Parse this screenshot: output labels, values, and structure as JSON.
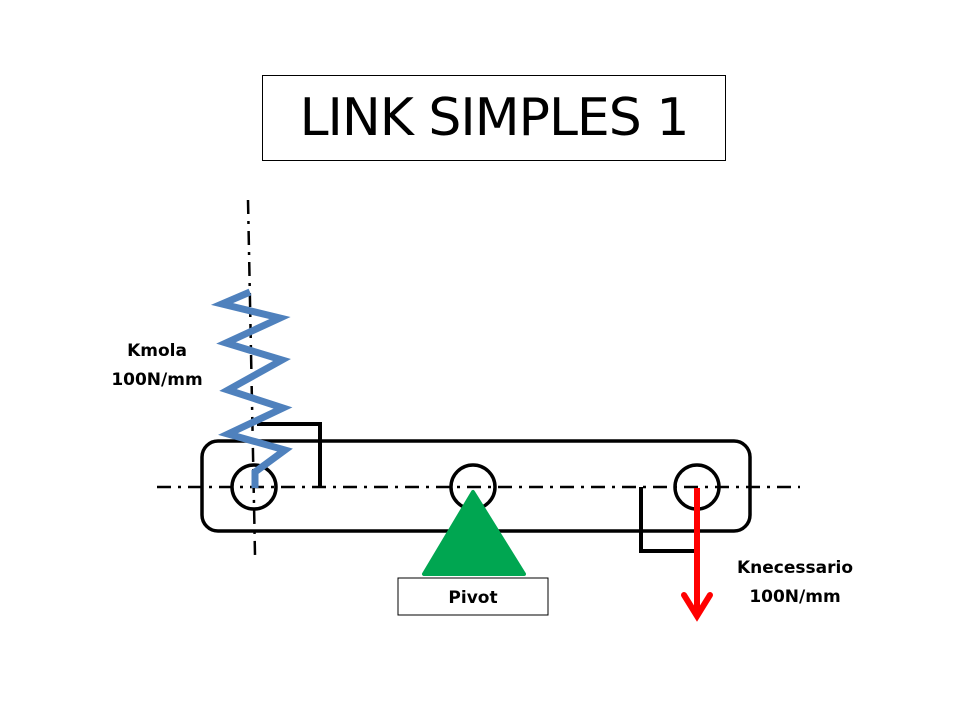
{
  "title": "LINK SIMPLES 1",
  "spring_label": {
    "name": "Kmola",
    "value": "100N/mm"
  },
  "force_label": {
    "name": "Knecessario",
    "value": "100N/mm"
  },
  "pivot_label": "Pivot",
  "colors": {
    "spring": "#4f81bd",
    "pivot": "#00a651",
    "force": "#ff0000",
    "line": "#000000"
  }
}
